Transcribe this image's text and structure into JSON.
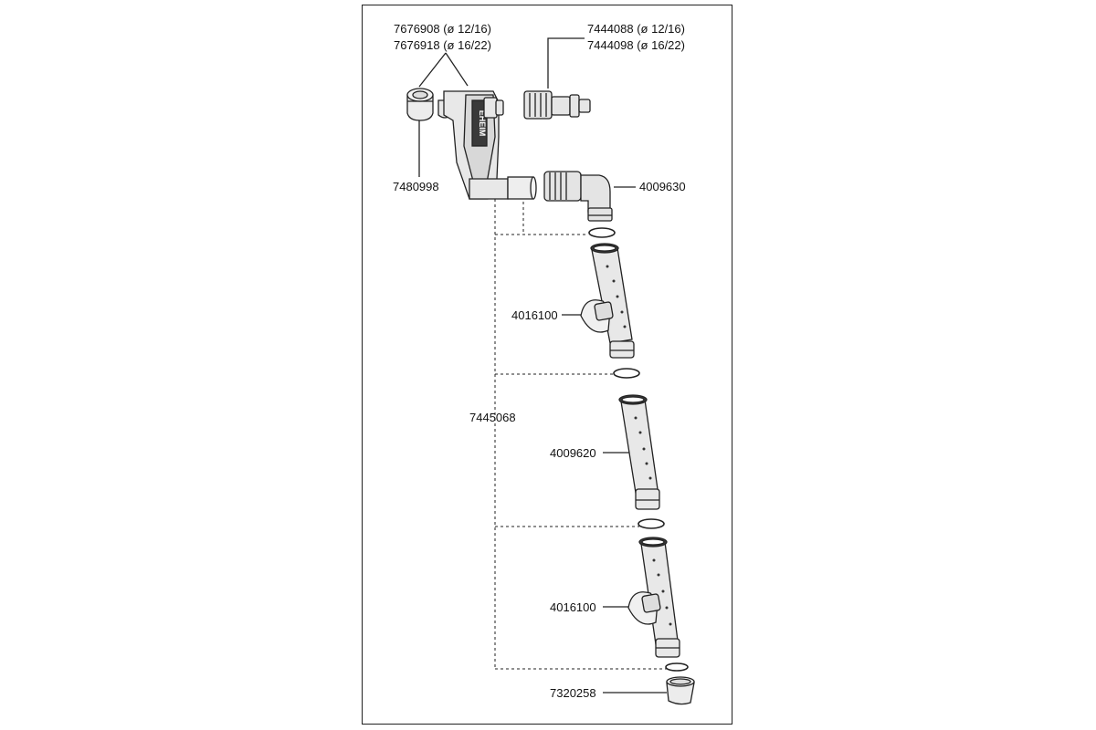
{
  "labels": {
    "part_7676908": "7676908 (ø 12/16)",
    "part_7676918": "7676918 (ø 16/22)",
    "part_7444088": "7444088 (ø 12/16)",
    "part_7444098": "7444098 (ø 16/22)",
    "part_7480998": "7480998",
    "part_4009630": "4009630",
    "part_4016100_top": "4016100",
    "part_7445068": "7445068",
    "part_4009620": "4009620",
    "part_4016100_bottom": "4016100",
    "part_7320258": "7320258"
  },
  "logo_text": "EHEIM",
  "colors": {
    "line": "#222222",
    "fill": "#e6e6e6",
    "dark": "#444444"
  }
}
